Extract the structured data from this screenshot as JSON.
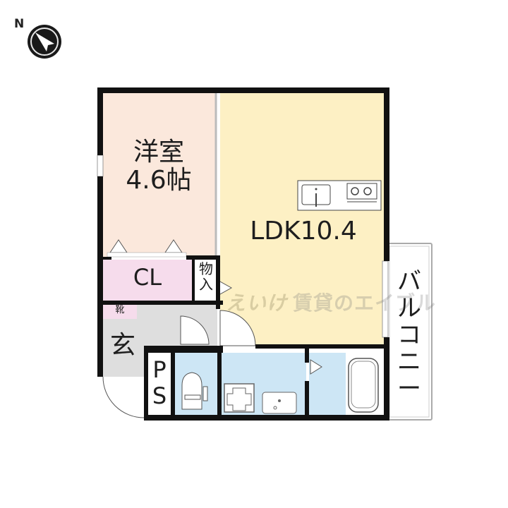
{
  "compass": {
    "label": "N",
    "icon": "north-arrow-icon"
  },
  "rooms": {
    "western_room": {
      "name": "洋室",
      "size": "4.6帖",
      "color": "#fbe8dc"
    },
    "ldk": {
      "name": "LDK10.4",
      "color": "#fdf0c4"
    },
    "closet": {
      "name": "CL",
      "color": "#f6dcec"
    },
    "storage": {
      "name": "物入",
      "line1": "物",
      "line2": "入",
      "color": "#ffffff"
    },
    "shoe_box": {
      "name": "靴",
      "color": "#f6dcec"
    },
    "entrance": {
      "name": "玄",
      "color": "#dedede"
    },
    "pipe_space": {
      "name": "PS",
      "line1": "P",
      "line2": "S",
      "color": "#ffffff"
    },
    "toilet": {
      "color": "#cde6f5"
    },
    "washroom": {
      "color": "#cde6f5"
    },
    "bathroom": {
      "color": "#cde6f5"
    },
    "balcony": {
      "name": "バルコニー",
      "chars": [
        "バ",
        "ル",
        "コ",
        "ニ",
        "ー"
      ],
      "color": "#ffffff"
    }
  },
  "watermark": {
    "logo": "えいけ",
    "text": "賃貸のエイブル"
  },
  "colors": {
    "wall": "#111111",
    "window": "#9a9a9a"
  }
}
